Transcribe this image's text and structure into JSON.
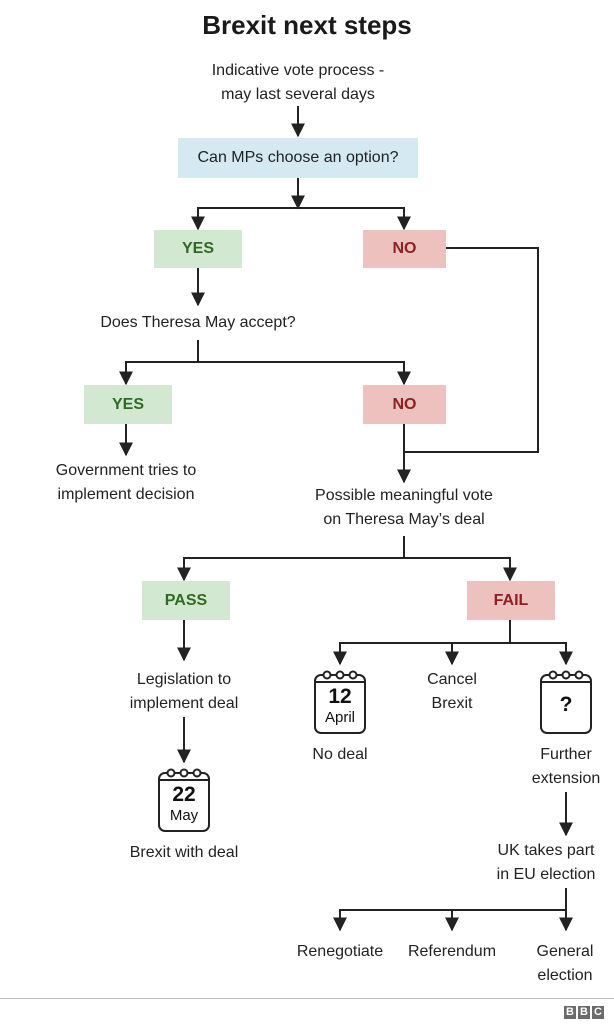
{
  "title": "Brexit next steps",
  "colors": {
    "question_bg": "#d4e9f2",
    "yes_bg": "#d3e8d0",
    "yes_text": "#2e6b22",
    "no_bg": "#ecc1be",
    "no_text": "#8e2020",
    "line": "#222222"
  },
  "nodes": {
    "indicative_vote": "Indicative vote process -\nmay last several days",
    "can_mps_choose": "Can MPs choose an option?",
    "yes_1": "YES",
    "no_1": "NO",
    "does_may_accept": "Does Theresa May accept?",
    "yes_2": "YES",
    "no_2": "NO",
    "government_tries": "Government tries to\nimplement decision",
    "meaningful_vote": "Possible meaningful vote\non Theresa May’s deal",
    "pass": "PASS",
    "fail": "FAIL",
    "legislation": "Legislation to\nimplement deal",
    "no_deal": "No deal",
    "cancel_brexit": "Cancel\nBrexit",
    "further_extension": "Further\nextension",
    "brexit_with_deal": "Brexit with deal",
    "uk_takes_part": "UK takes part\nin EU election",
    "renegotiate": "Renegotiate",
    "referendum": "Referendum",
    "general_election": "General\nelection"
  },
  "calendars": {
    "april": {
      "day": "12",
      "month": "April",
      "icon": "calendar-icon"
    },
    "may": {
      "day": "22",
      "month": "May",
      "icon": "calendar-icon"
    },
    "unknown": {
      "symbol": "?",
      "icon": "calendar-icon"
    }
  },
  "footer": {
    "logo_letters": [
      "B",
      "B",
      "C"
    ]
  }
}
